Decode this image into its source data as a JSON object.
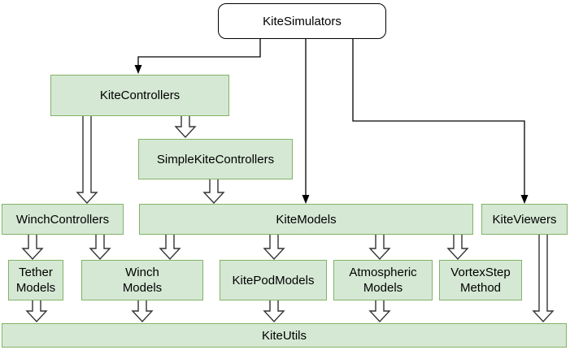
{
  "nodes": {
    "kite_simulators": {
      "label": "KiteSimulators"
    },
    "kite_controllers": {
      "label": "KiteControllers"
    },
    "simple_kite_controllers": {
      "label": "SimpleKiteControllers"
    },
    "winch_controllers": {
      "label": "WinchControllers"
    },
    "kite_models": {
      "label": "KiteModels"
    },
    "kite_viewers": {
      "label": "KiteViewers"
    },
    "tether_models": {
      "label": "Tether\nModels"
    },
    "winch_models": {
      "label": "Winch\nModels"
    },
    "kite_pod_models": {
      "label": "KitePodModels"
    },
    "atmospheric_models": {
      "label": "Atmospheric\nModels"
    },
    "vortex_step_method": {
      "label": "VortexStep\nMethod"
    },
    "kite_utils": {
      "label": "KiteUtils"
    }
  },
  "edges": [
    {
      "from": "kite_simulators",
      "to": "kite_controllers",
      "style": "thin-arrow"
    },
    {
      "from": "kite_simulators",
      "to": "kite_models",
      "style": "thin-arrow"
    },
    {
      "from": "kite_simulators",
      "to": "kite_viewers",
      "style": "thin-arrow"
    },
    {
      "from": "kite_controllers",
      "to": "winch_controllers",
      "style": "block-arrow"
    },
    {
      "from": "kite_controllers",
      "to": "simple_kite_controllers",
      "style": "block-arrow"
    },
    {
      "from": "simple_kite_controllers",
      "to": "kite_models",
      "style": "block-arrow"
    },
    {
      "from": "winch_controllers",
      "to": "tether_models",
      "style": "block-arrow"
    },
    {
      "from": "winch_controllers",
      "to": "winch_models",
      "style": "block-arrow"
    },
    {
      "from": "kite_models",
      "to": "winch_models",
      "style": "block-arrow"
    },
    {
      "from": "kite_models",
      "to": "kite_pod_models",
      "style": "block-arrow"
    },
    {
      "from": "kite_models",
      "to": "atmospheric_models",
      "style": "block-arrow"
    },
    {
      "from": "kite_models",
      "to": "vortex_step_method",
      "style": "block-arrow"
    },
    {
      "from": "tether_models",
      "to": "kite_utils",
      "style": "block-arrow"
    },
    {
      "from": "winch_models",
      "to": "kite_utils",
      "style": "block-arrow"
    },
    {
      "from": "kite_pod_models",
      "to": "kite_utils",
      "style": "block-arrow"
    },
    {
      "from": "atmospheric_models",
      "to": "kite_utils",
      "style": "block-arrow"
    },
    {
      "from": "kite_viewers",
      "to": "kite_utils",
      "style": "block-arrow"
    }
  ],
  "colors": {
    "node_fill": "#d5e8d4",
    "node_border": "#82b366",
    "root_fill": "#ffffff",
    "root_border": "#000000",
    "edge": "#000000",
    "block_arrow_fill": "#ffffff",
    "block_arrow_stroke": "#333333",
    "text": "#000000"
  }
}
